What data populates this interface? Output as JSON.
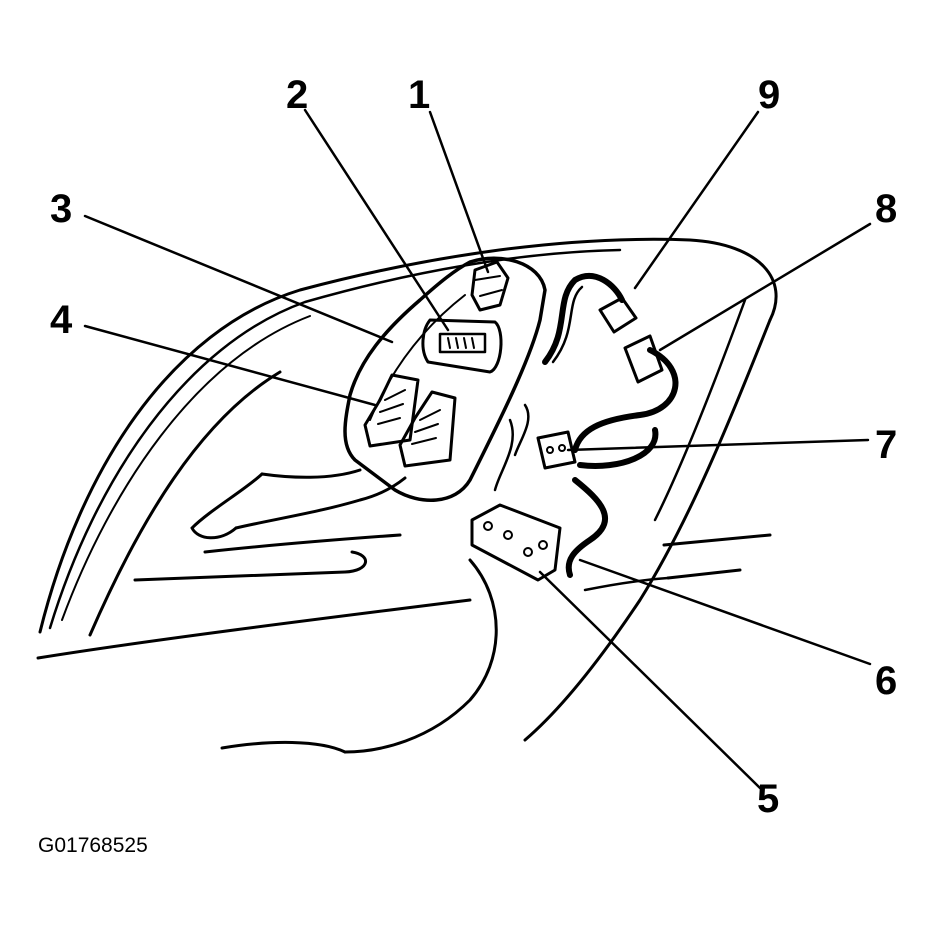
{
  "callouts": [
    {
      "label": "1"
    },
    {
      "label": "2"
    },
    {
      "label": "3"
    },
    {
      "label": "4"
    },
    {
      "label": "5"
    },
    {
      "label": "6"
    },
    {
      "label": "7"
    },
    {
      "label": "8"
    },
    {
      "label": "9"
    }
  ],
  "figure_id": "G01768525"
}
